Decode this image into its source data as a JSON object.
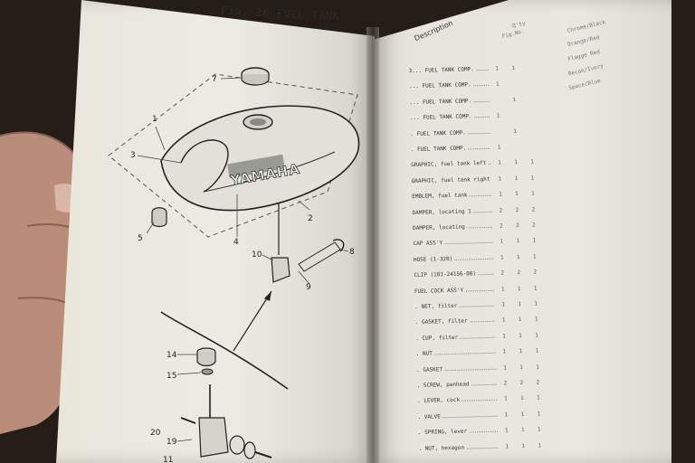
{
  "figure": {
    "title": "Fig. 26 FUEL TANK",
    "brand_on_tank": "YAMAHA",
    "callouts": [
      "1",
      "2",
      "3",
      "4",
      "5",
      "7",
      "8",
      "9",
      "10",
      "11",
      "14",
      "15",
      "19",
      "20"
    ]
  },
  "parts_list": {
    "column_header": "Description",
    "header_codes": [
      "Q'ty",
      "Fig.No."
    ],
    "side_notes": [
      "Chrome/Black",
      "Orange/Red",
      "Flagge Red",
      "Recon/Ivory",
      "Space/Blue"
    ],
    "rows": [
      {
        "desc": "3... FUEL TANK COMP.",
        "qty": [
          "1",
          "1",
          ""
        ]
      },
      {
        "desc": "... FUEL TANK COMP.",
        "qty": [
          "1",
          "",
          ""
        ]
      },
      {
        "desc": "... FUEL TANK COMP.",
        "qty": [
          "",
          "1",
          ""
        ]
      },
      {
        "desc": "... FUEL TANK COMP.",
        "qty": [
          "1",
          "",
          ""
        ]
      },
      {
        "desc": ". FUEL TANK COMP.",
        "qty": [
          "",
          "1",
          ""
        ]
      },
      {
        "desc": ". FUEL TANK COMP.",
        "qty": [
          "1",
          "",
          ""
        ]
      },
      {
        "desc": "GRAPHIC, fuel tank left",
        "qty": [
          "1",
          "1",
          "1"
        ]
      },
      {
        "desc": "GRAPHIC, fuel tank right",
        "qty": [
          "1",
          "1",
          "1"
        ]
      },
      {
        "desc": "EMBLEM, fuel tank",
        "qty": [
          "1",
          "1",
          "1"
        ]
      },
      {
        "desc": "DAMPER, locating 1",
        "qty": [
          "2",
          "2",
          "2"
        ]
      },
      {
        "desc": "DAMPER, locating",
        "qty": [
          "2",
          "2",
          "2"
        ]
      },
      {
        "desc": "CAP ASS'Y",
        "qty": [
          "1",
          "1",
          "1"
        ]
      },
      {
        "desc": "HOSE (1-320)",
        "qty": [
          "1",
          "1",
          "1"
        ]
      },
      {
        "desc": "CLIP (101-24156-00)",
        "qty": [
          "2",
          "2",
          "2"
        ]
      },
      {
        "desc": "FUEL COCK ASS'Y",
        "qty": [
          "1",
          "1",
          "1"
        ]
      },
      {
        "desc": ". NET, filter",
        "qty": [
          "1",
          "1",
          "1"
        ]
      },
      {
        "desc": ". GASKET, filter",
        "qty": [
          "1",
          "1",
          "1"
        ]
      },
      {
        "desc": ". CUP, filter",
        "qty": [
          "1",
          "1",
          "1"
        ]
      },
      {
        "desc": ". NUT",
        "qty": [
          "1",
          "1",
          "1"
        ]
      },
      {
        "desc": ". GASKET",
        "qty": [
          "1",
          "1",
          "1"
        ]
      },
      {
        "desc": ". SCREW, panhead",
        "qty": [
          "2",
          "2",
          "2"
        ]
      },
      {
        "desc": ". LEVER, cock",
        "qty": [
          "1",
          "1",
          "1"
        ]
      },
      {
        "desc": ". VALVE",
        "qty": [
          "1",
          "1",
          "1"
        ]
      },
      {
        "desc": ". SPRING, lever",
        "qty": [
          "1",
          "1",
          "1"
        ]
      },
      {
        "desc": ". NUT, hexagon",
        "qty": [
          "1",
          "1",
          "1"
        ]
      }
    ]
  },
  "colors": {
    "background": "#241d18",
    "paper": "#e9e6dc",
    "ink": "#2b2b2b",
    "skin": "#b98d7a"
  }
}
